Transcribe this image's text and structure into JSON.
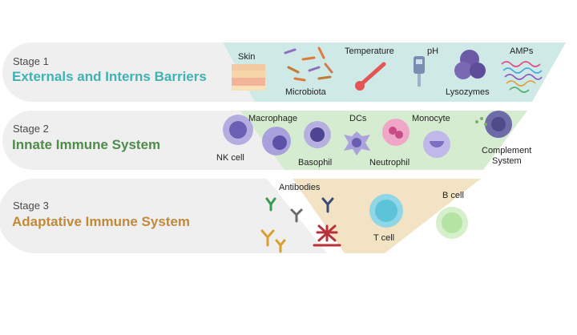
{
  "stages": [
    {
      "label": "Stage 1",
      "title": "Externals and Interns Barriers",
      "title_color": "#3fb3b3",
      "band_color": "#cfe9e6",
      "items": [
        "Skin",
        "Microbiota",
        "Temperature",
        "pH",
        "Lysozymes",
        "AMPs"
      ]
    },
    {
      "label": "Stage 2",
      "title": "Innate Immune System",
      "title_color": "#4e8c4a",
      "band_color": "#d6ecd0",
      "items": [
        "Macrophage",
        "NK cell",
        "Basophil",
        "DCs",
        "Neutrophil",
        "Monocyte",
        "Complement System"
      ]
    },
    {
      "label": "Stage 3",
      "title": "Adaptative Immune System",
      "title_color": "#c08a3a",
      "band_color": "#f2e3c4",
      "items": [
        "Antibodies",
        "T cell",
        "B cell"
      ]
    }
  ],
  "colors": {
    "panel": "#efefef",
    "cell_purple": "#8c7fcf",
    "neutrophil": "#e07aa8",
    "tcell": "#5cc3d8",
    "bcell": "#b5e3a4",
    "antibody_red": "#b8323a",
    "antibody_green": "#3b9a52",
    "antibody_gold": "#d8a030"
  }
}
